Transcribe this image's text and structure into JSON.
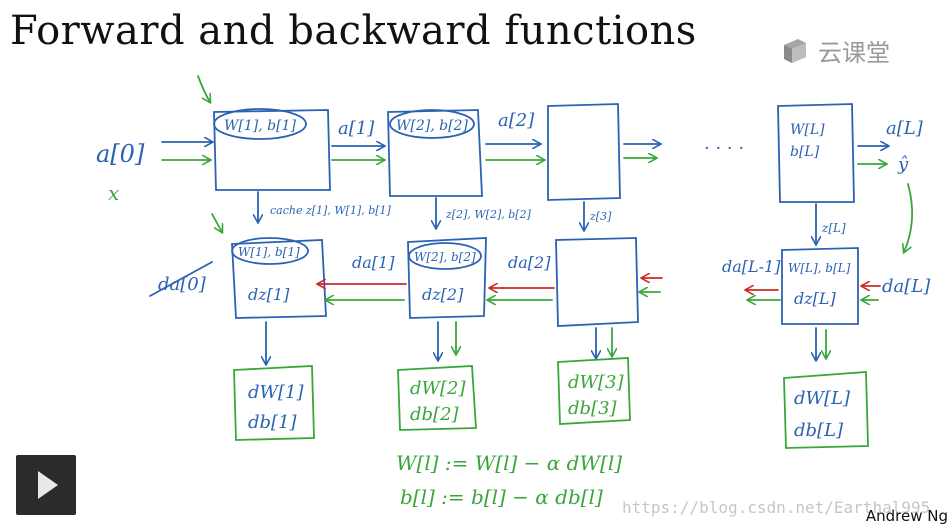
{
  "title": "Forward and backward functions",
  "logo": {
    "text": "云课堂",
    "icon": "cloud-classroom-icon"
  },
  "author": "Andrew Ng",
  "watermark": "https://blog.csdn.net/Earthal995",
  "controls": {
    "play_icon": "play-icon"
  },
  "colors": {
    "ink_blue": "#2b62b3",
    "ink_green": "#3aa63a",
    "ink_red": "#cc2a2a"
  },
  "forward": {
    "input": "a[0]",
    "input_alt": "x",
    "block1_params": "W[1], b[1]",
    "out1": "a[1]",
    "block2_params": "W[2], b[2]",
    "out2": "a[2]",
    "dots": "· · · ·",
    "blockL_w": "W[L]",
    "blockL_b": "b[L]",
    "outL": "a[L]",
    "yhat": "ŷ"
  },
  "cache": {
    "c1": "cache z[1], W[1], b[1]",
    "c2": "z[2], W[2], b[2]",
    "c3": "z[3]",
    "cL": "z[L]"
  },
  "backward": {
    "struck": "da[0]",
    "block1_params": "W[1], b[1]",
    "block1_dz": "dz[1]",
    "in1": "da[1]",
    "block2_params": "W[2], b[2]",
    "block2_dz": "dz[2]",
    "in2": "da[2]",
    "blockL_params": "W[L], b[L]",
    "blockL_dz": "dz[L]",
    "outL_minus": "da[L-1]",
    "inL": "da[L]"
  },
  "grads": {
    "g1_w": "dW[1]",
    "g1_b": "db[1]",
    "g2_w": "dW[2]",
    "g2_b": "db[2]",
    "g3_w": "dW[3]",
    "g3_b": "db[3]",
    "gL_w": "dW[L]",
    "gL_b": "db[L]"
  },
  "update": {
    "w_rule": "W[l] := W[l] − α dW[l]",
    "b_rule": "b[l] := b[l] − α db[l]"
  }
}
